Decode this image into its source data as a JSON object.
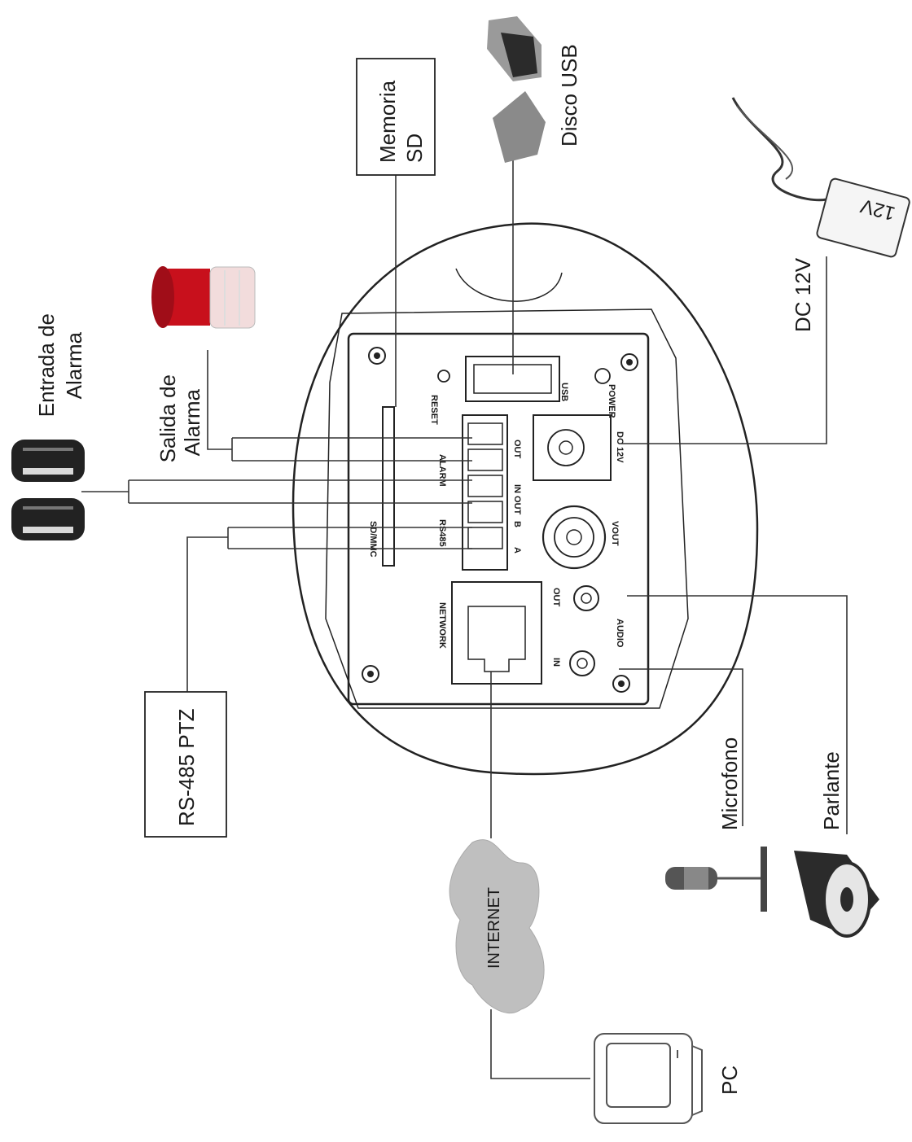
{
  "labels": {
    "entrada_alarma": [
      "Entrada de",
      "Alarma"
    ],
    "salida_alarma": [
      "Salida de",
      "Alarma"
    ],
    "memoria_sd": [
      "Memoria",
      "SD"
    ],
    "disco_usb": "Disco USB",
    "dc_12v": "DC 12V",
    "adapter_12v": "12V",
    "rs485_ptz": "RS-485 PTZ",
    "internet": "INTERNET",
    "pc": "PC",
    "microfono": "Microfono",
    "parlante": "Parlante"
  },
  "panel": {
    "reset": "RESET",
    "usb": "USB",
    "power": "POWER",
    "alarm": "ALARM",
    "out": "OUT",
    "in_out": "IN OUT",
    "rs485": "RS485",
    "a": "A",
    "b": "B",
    "sd_mmc": "SD/MMC",
    "dc12v": "DC 12V",
    "vout": "VOUT",
    "network": "NETWORK",
    "audio": "AUDIO",
    "audio_out": "OUT",
    "audio_in": "IN"
  },
  "colors": {
    "alarm_light": "#c8101c",
    "alarm_light_cap": "#f2dcdc",
    "cloud": "#bfbfbf",
    "device_dark": "#222222"
  }
}
